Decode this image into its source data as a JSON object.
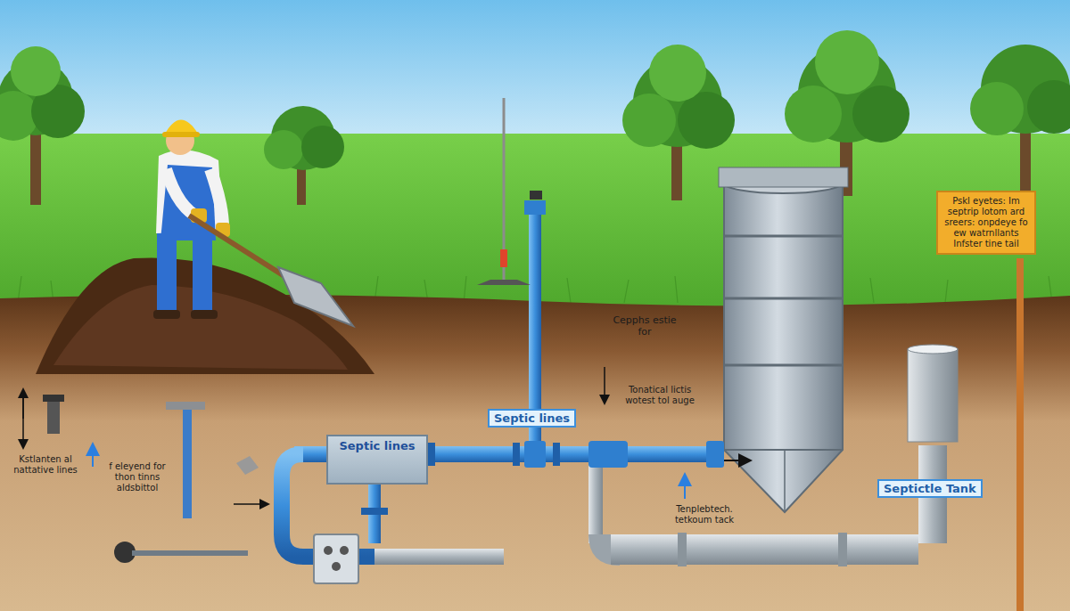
{
  "diagram": {
    "nodes": [
      {
        "text": [
          "Pskl eyetes: Im septrip lotom ard sreers: onpdeye fo ew watrnllants Infster tine tail"
        ]
      },
      {
        "text": [
          "Septic lines"
        ]
      },
      {
        "text": [
          "Septic lines"
        ]
      },
      {
        "text": [
          "Septictle Tank"
        ]
      }
    ],
    "labels": [
      "Cepphs estie for",
      "Tonatical lictis wotest tol auge",
      "Kstlanten al nattative lines",
      "f eleyend for thon tinns aldsbittol",
      "Tenplebtech. tetkoum tack"
    ]
  }
}
